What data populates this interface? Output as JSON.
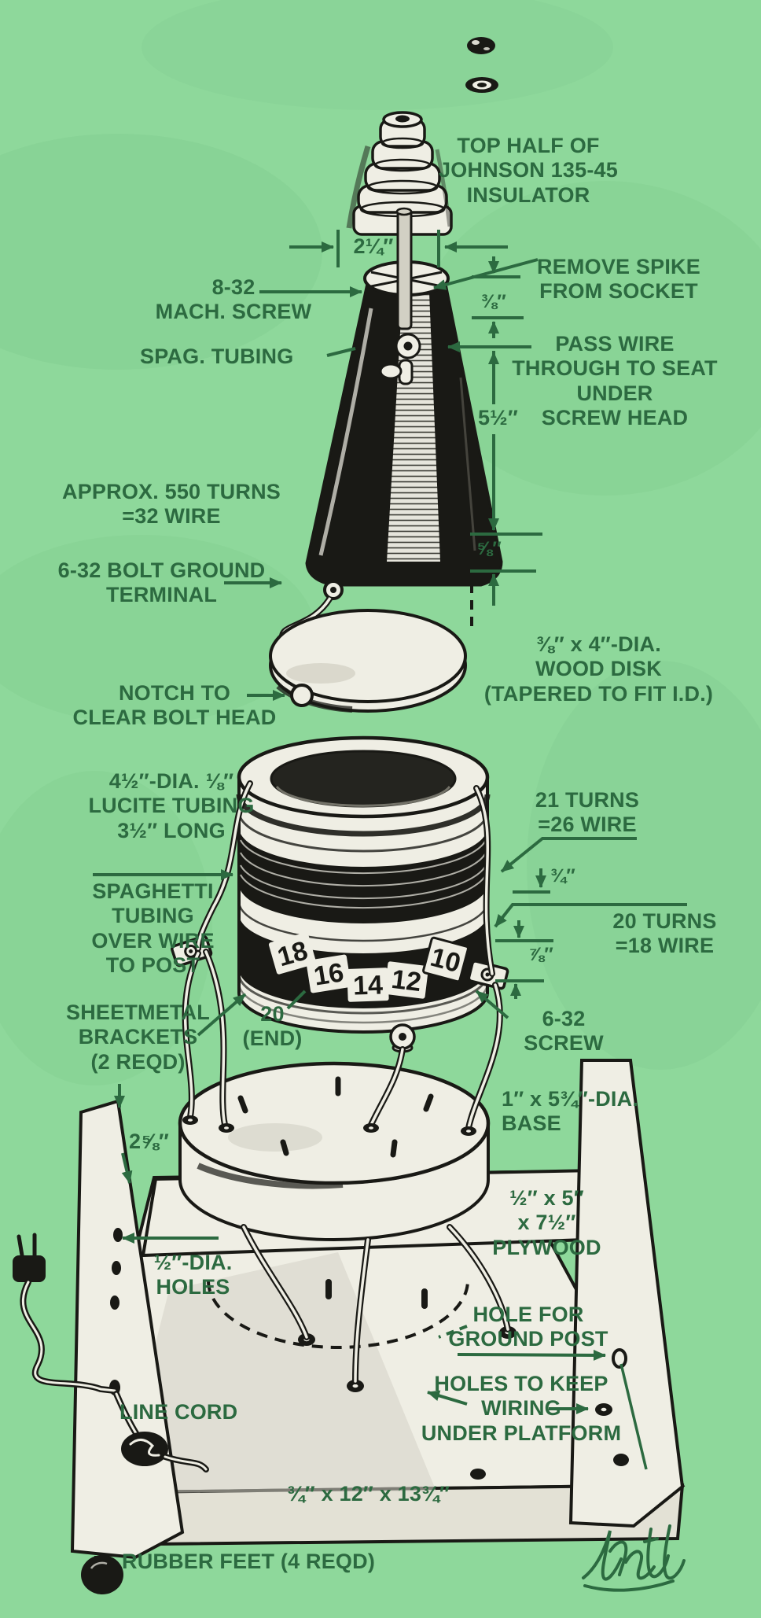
{
  "colors": {
    "background": "#8ed89b",
    "label_ink": "#2c6a40",
    "drawing_ink": "#191915",
    "paper": "#efeee4"
  },
  "diagram": {
    "labels": {
      "top_insulator": "TOP HALF OF\nJOHNSON 135-45\nINSULATOR",
      "dim_width": "2¼″",
      "remove_spike": "REMOVE SPIKE\nFROM SOCKET",
      "mach_screw": "8-32\nMACH. SCREW",
      "dim_spike_seat": "⅜″",
      "spag_tubing": "SPAG. TUBING",
      "pass_wire": "PASS WIRE\nTHROUGH TO SEAT\nUNDER\nSCREW HEAD",
      "dim_winding_height": "5½″",
      "winding_550": "APPROX. 550 TURNS\n=32 WIRE",
      "dim_skirt": "⅝″",
      "ground_terminal": "6-32 BOLT GROUND\nTERMINAL",
      "wood_disk": "⅜″ x 4″-DIA.\nWOOD DISK\n(TAPERED TO FIT I.D.)",
      "notch": "NOTCH TO\nCLEAR BOLT HEAD",
      "lucite_tube": "4½″-DIA. ⅛″\nLUCITE TUBING\n3½″ LONG",
      "coil_21": "21 TURNS\n=26 WIRE",
      "dim_coil_gap": "¾″",
      "coil_20": "20 TURNS\n=18 WIRE",
      "dim_coil_height": "⅞″",
      "spaghetti": "SPAGHETTI\nTUBING\nOVER WIRE\nTO POST",
      "brackets": "SHEETMETAL\nBRACKETS\n(2 REQD)",
      "tap_end": "20\n(END)",
      "screw_632": "6-32\nSCREW",
      "base": "1″ x 5¾″-DIA.\nBASE",
      "dim_board": "2⅝″",
      "holes": "½″-DIA.\nHOLES",
      "plywood": "½″ x 5″\nx 7½″\nPLYWOOD",
      "ground_post_hole": "HOLE FOR\nGROUND POST",
      "wiring_holes": "HOLES TO KEEP\nWIRING\nUNDER PLATFORM",
      "line_cord": "LINE CORD",
      "platform": "¾″ x 12″ x 13¾″",
      "rubber_feet": "RUBBER FEET (4 REQD)"
    },
    "coil_taps": [
      "18",
      "16",
      "14",
      "12",
      "10"
    ]
  }
}
